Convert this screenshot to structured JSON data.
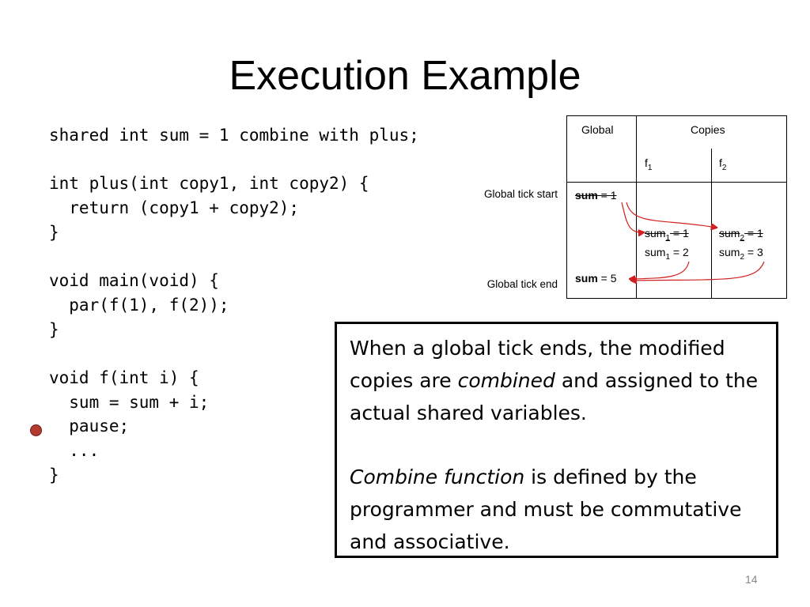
{
  "slide": {
    "title": "Execution Example",
    "page_number": "14"
  },
  "code": {
    "lines": [
      "shared int sum = 1 combine with plus;",
      "",
      "int plus(int copy1, int copy2) {",
      "  return (copy1 + copy2);",
      "}",
      "",
      "void main(void) {",
      "  par(f(1), f(2));",
      "}",
      "",
      "void f(int i) {",
      "  sum = sum + i;",
      "  pause;",
      "  ...",
      "}"
    ],
    "current_line_marker_color": "#b23a2f"
  },
  "labels": {
    "tick_start": "Global tick start",
    "tick_end": "Global tick end"
  },
  "table": {
    "header_global": "Global",
    "header_copies": "Copies",
    "f1": "f",
    "f1_sub": "1",
    "f2": "f",
    "f2_sub": "2",
    "global_start_name": "sum",
    "global_start_value": " = 1",
    "copy1_before_name": "sum",
    "copy1_before_sub": "1",
    "copy1_before_value": " = 1",
    "copy1_after_name": "sum",
    "copy1_after_sub": "1",
    "copy1_after_value": " = 2",
    "copy2_before_name": "sum",
    "copy2_before_sub": "2",
    "copy2_before_value": " = 1",
    "copy2_after_name": "sum",
    "copy2_after_sub": "2",
    "copy2_after_value": " = 3",
    "global_end_name": "sum",
    "global_end_value": " = 5",
    "arrow_color": "#d22020"
  },
  "callout": {
    "p1_a": "When a global tick ends, the modified copies are ",
    "p1_em": "combined",
    "p1_b": " and assigned to the actual shared variables.",
    "p2_em": "Combine function",
    "p2_b": " is defined by the programmer and must be commutative and associative."
  }
}
